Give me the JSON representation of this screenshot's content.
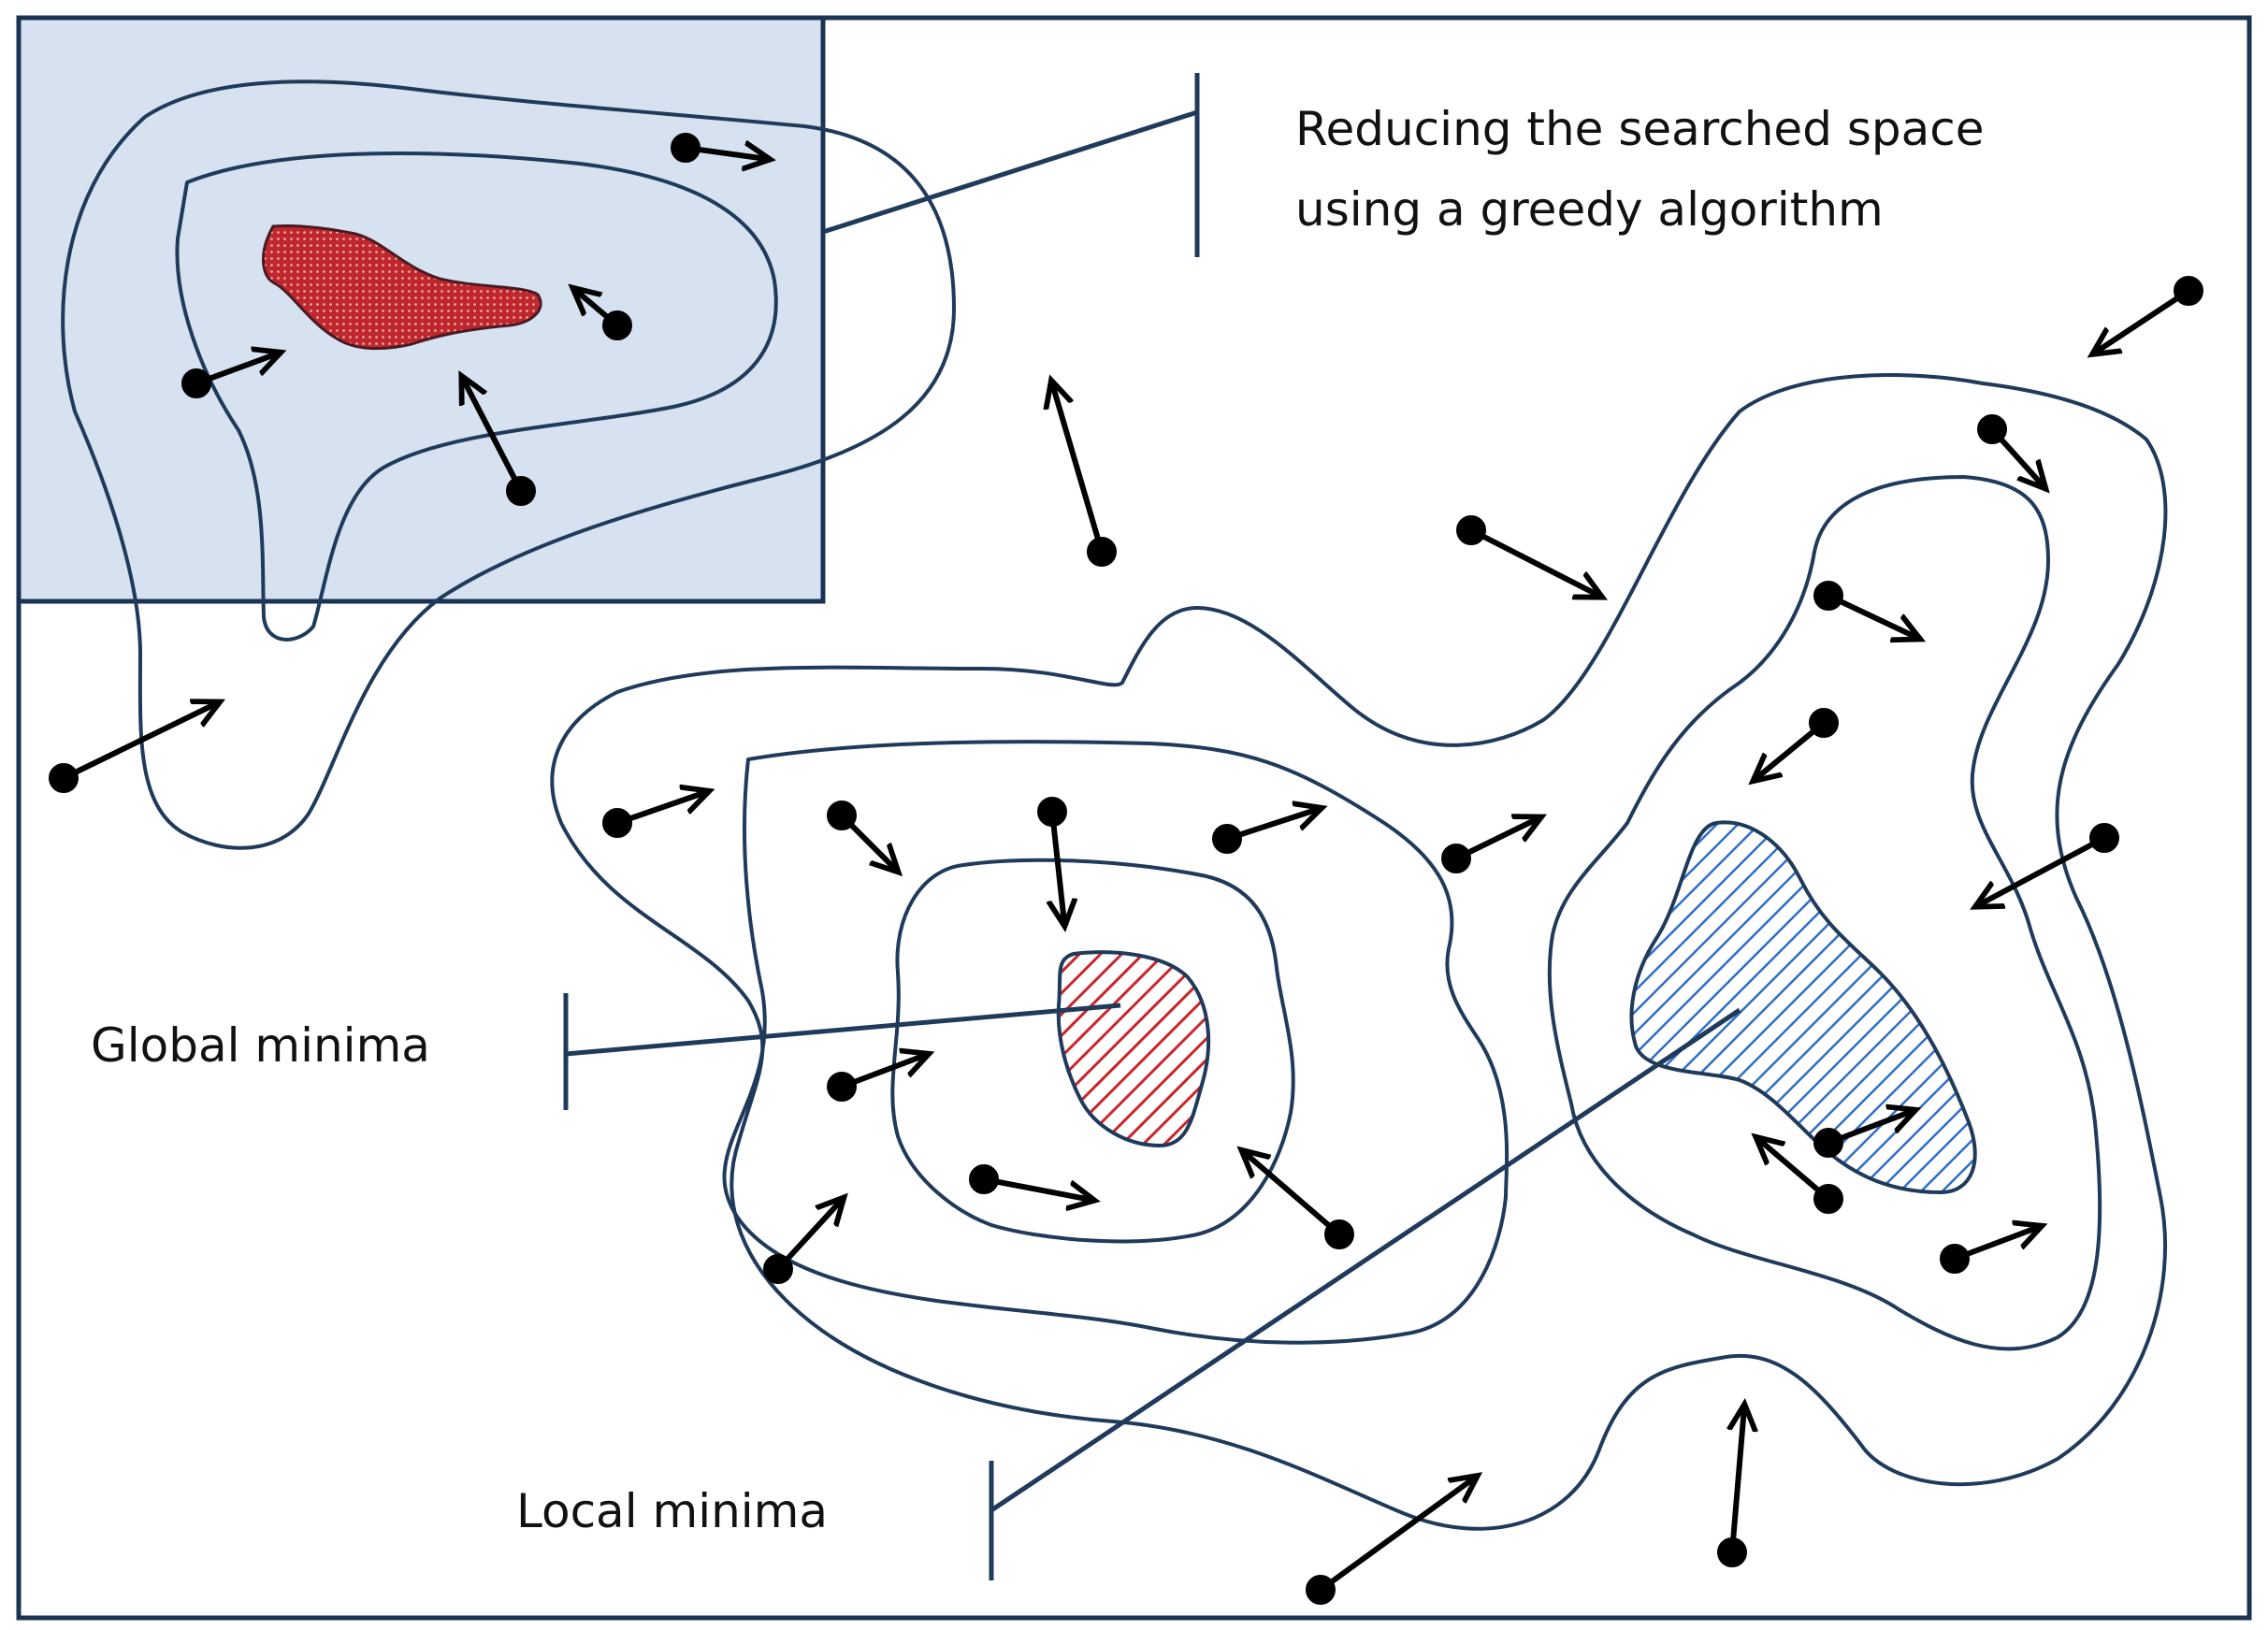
{
  "labels": {
    "reduce_line1": "Reducing the searched space",
    "reduce_line2": "using a greedy algorithm",
    "global_minima": "Global minima",
    "local_minima": "Local minima"
  },
  "colors": {
    "frame": "#1b3352",
    "contour": "#1f3a5a",
    "highlight_fill": "#d6e2f0",
    "global_minimum_hatch": "#c8262a",
    "local_minimum_hatch": "#2f6fc4",
    "search_arrow": "#000000"
  }
}
